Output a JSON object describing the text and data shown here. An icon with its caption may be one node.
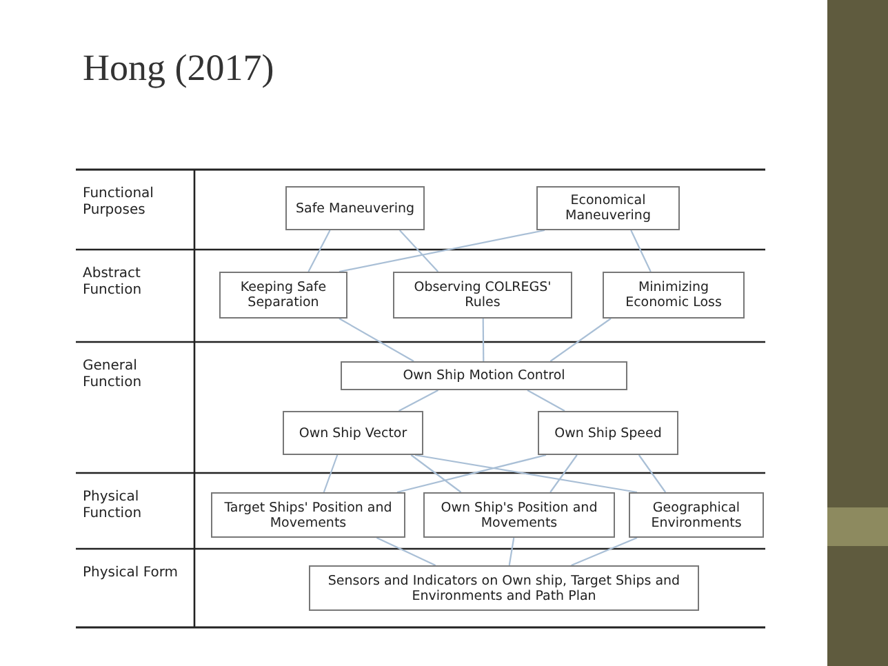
{
  "diagram": {
    "title": "Hong (2017)",
    "nodes": [
      {
        "text": [
          "Safe Maneuvering"
        ]
      },
      {
        "text": [
          "Economical Maneuvering"
        ]
      },
      {
        "text": [
          "Keeping Safe Separation"
        ]
      },
      {
        "text": [
          "Observing COLREGS' Rules"
        ]
      },
      {
        "text": [
          "Minimizing Economic Loss"
        ]
      },
      {
        "text": [
          "Own Ship Motion Control"
        ]
      },
      {
        "text": [
          "Own Ship Vector"
        ]
      },
      {
        "text": [
          "Own Ship Speed"
        ]
      },
      {
        "text": [
          "Target Ships' Position and Movements"
        ]
      },
      {
        "text": [
          "Own Ship's Position and Movements"
        ]
      },
      {
        "text": [
          "Geographical Environments"
        ]
      },
      {
        "text": [
          "Sensors and Indicators on Own ship, Target Ships and Environments and Path Plan"
        ]
      }
    ],
    "edges": [
      {
        "from": 0,
        "to": 2,
        "arrow": "none"
      },
      {
        "from": 0,
        "to": 3,
        "arrow": "none"
      },
      {
        "from": 1,
        "to": 2,
        "arrow": "none"
      },
      {
        "from": 1,
        "to": 4,
        "arrow": "none"
      },
      {
        "from": 2,
        "to": 5,
        "arrow": "none"
      },
      {
        "from": 3,
        "to": 5,
        "arrow": "none"
      },
      {
        "from": 4,
        "to": 5,
        "arrow": "none"
      },
      {
        "from": 5,
        "to": 6,
        "arrow": "none"
      },
      {
        "from": 5,
        "to": 7,
        "arrow": "none"
      },
      {
        "from": 6,
        "to": 8,
        "arrow": "none"
      },
      {
        "from": 6,
        "to": 9,
        "arrow": "none"
      },
      {
        "from": 6,
        "to": 10,
        "arrow": "none"
      },
      {
        "from": 7,
        "to": 8,
        "arrow": "none"
      },
      {
        "from": 7,
        "to": 9,
        "arrow": "none"
      },
      {
        "from": 7,
        "to": 10,
        "arrow": "none"
      },
      {
        "from": 8,
        "to": 11,
        "arrow": "none"
      },
      {
        "from": 9,
        "to": 11,
        "arrow": "none"
      },
      {
        "from": 10,
        "to": 11,
        "arrow": "none"
      }
    ],
    "labels": [
      "Functional Purposes",
      "Abstract Function",
      "General Function",
      "Physical Function",
      "Physical Form"
    ]
  }
}
